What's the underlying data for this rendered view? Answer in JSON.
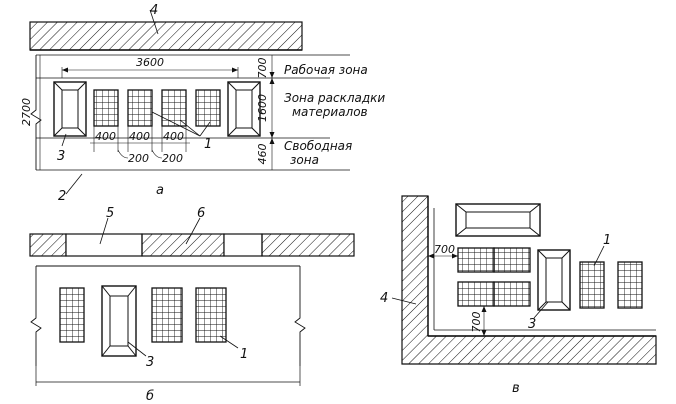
{
  "figure_a": {
    "caption": "а",
    "dims": {
      "width_total": "3600",
      "height_total": "2700",
      "work_depth": "700",
      "layout_depth": "1600",
      "free_depth": "460",
      "gap1": "400",
      "gap2": "400",
      "gap3": "400",
      "step1": "200",
      "step2": "200"
    },
    "zones": {
      "work_zone": "Рабочая зона",
      "layout_zone_l1": "Зона раскладки",
      "layout_zone_l2": "материалов",
      "free_zone_l1": "Свободная",
      "free_zone_l2": "зона"
    },
    "callouts": {
      "wall": "4",
      "pallet": "1",
      "box": "3",
      "boundary": "2"
    }
  },
  "figure_b": {
    "caption": "б",
    "callouts": {
      "opening": "5",
      "pier": "6",
      "box": "3",
      "pallet": "1"
    }
  },
  "figure_c": {
    "caption": "в",
    "dims": {
      "wall_gap": "700",
      "bottom_gap": "700"
    },
    "callouts": {
      "wall": "4",
      "pallet": "1",
      "box": "3"
    }
  }
}
